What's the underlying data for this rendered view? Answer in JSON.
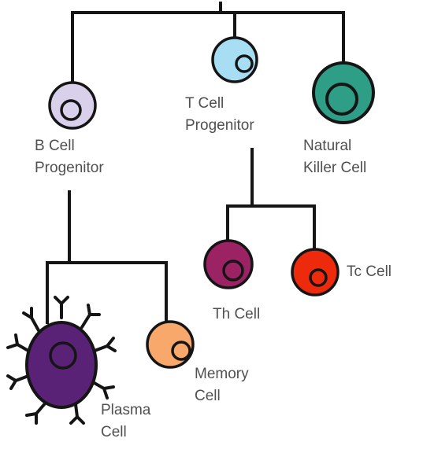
{
  "cells": {
    "b_cell_progenitor": {
      "line1": "B Cell",
      "line2": "Progenitor",
      "color": "#d9d0ec"
    },
    "t_cell_progenitor": {
      "line1": "T Cell",
      "line2": "Progenitor",
      "color": "#a8def4"
    },
    "natural_killer_cell": {
      "line1": "Natural",
      "line2": "Killer Cell",
      "color": "#2e9e86"
    },
    "th_cell": {
      "line1": "Th Cell",
      "color": "#9c2363"
    },
    "tc_cell": {
      "line1": "Tc Cell",
      "color": "#ee2a0c"
    },
    "memory_cell": {
      "line1": "Memory",
      "line2": "Cell",
      "color": "#f7a86a"
    },
    "plasma_cell": {
      "line1": "Plasma",
      "line2": "Cell",
      "color": "#5a2277"
    }
  }
}
